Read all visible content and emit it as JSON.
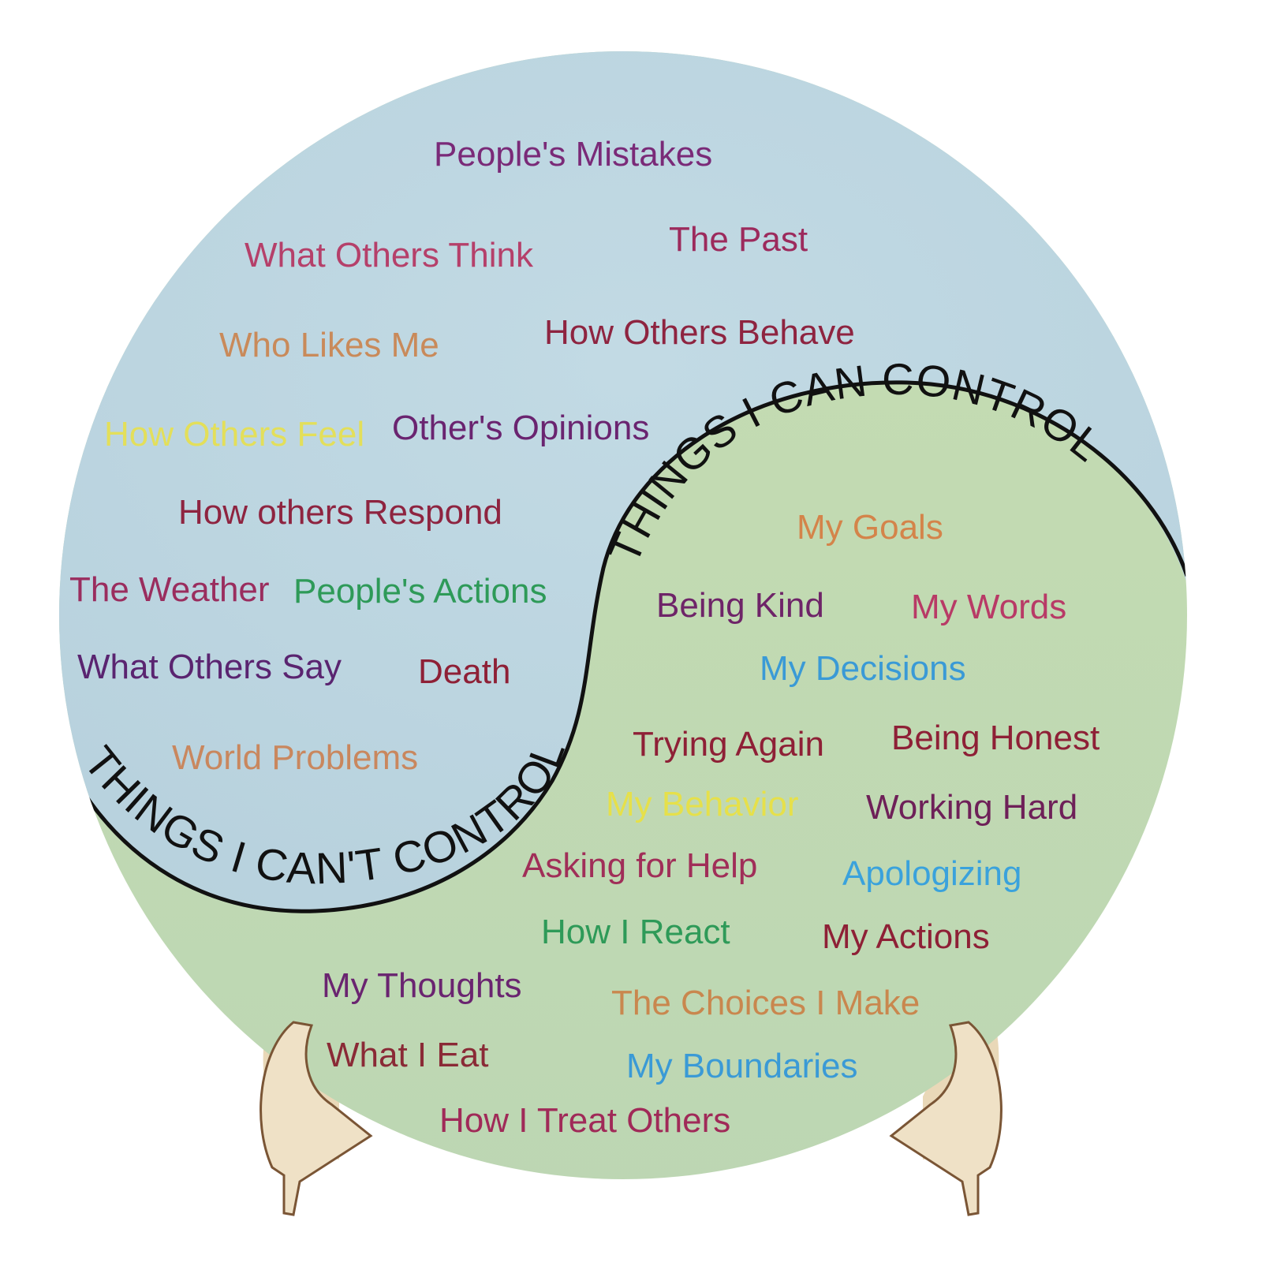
{
  "board": {
    "shape": "circle",
    "colors": {
      "cant_control_bg": "#bcd5e0",
      "can_control_bg": "#c3dbb0",
      "divider_line": "#111111",
      "stand_wood": "#efe1c6",
      "stand_edge": "#7a5535"
    }
  },
  "cant_control": {
    "heading": "THINGS I CAN'T CONTROL",
    "items": [
      {
        "text": "People's Mistakes",
        "color": "#7a2a78"
      },
      {
        "text": "What Others Think",
        "color": "#b5406a"
      },
      {
        "text": "The Past",
        "color": "#9c2a5c"
      },
      {
        "text": "Who Likes Me",
        "color": "#c98a5a"
      },
      {
        "text": "How Others Behave",
        "color": "#8e2440"
      },
      {
        "text": "How Others Feel",
        "color": "#e3df5a"
      },
      {
        "text": "Other's Opinions",
        "color": "#6a2470"
      },
      {
        "text": "How others Respond",
        "color": "#8e2440"
      },
      {
        "text": "The Weather",
        "color": "#9a2d5e"
      },
      {
        "text": "People's Actions",
        "color": "#2e9a58"
      },
      {
        "text": "What Others Say",
        "color": "#5a2470"
      },
      {
        "text": "Death",
        "color": "#8e2036"
      },
      {
        "text": "World Problems",
        "color": "#c9875e"
      }
    ]
  },
  "can_control": {
    "heading": "THINGS I CAN CONTROL",
    "items": [
      {
        "text": "My Goals",
        "color": "#d4844a"
      },
      {
        "text": "Being Kind",
        "color": "#6e2468"
      },
      {
        "text": "My Words",
        "color": "#b83a66"
      },
      {
        "text": "My Decisions",
        "color": "#3a9ad6"
      },
      {
        "text": "Trying Again",
        "color": "#8e2036"
      },
      {
        "text": "Being Honest",
        "color": "#8e2036"
      },
      {
        "text": "My Behavior",
        "color": "#e6e04a"
      },
      {
        "text": "Working Hard",
        "color": "#6e2058"
      },
      {
        "text": "Asking for Help",
        "color": "#a02e58"
      },
      {
        "text": "Apologizing",
        "color": "#3aa2dc"
      },
      {
        "text": "How I React",
        "color": "#2e9a58"
      },
      {
        "text": "My Actions",
        "color": "#8e2036"
      },
      {
        "text": "My Thoughts",
        "color": "#6a2470"
      },
      {
        "text": "The Choices I Make",
        "color": "#c9874e"
      },
      {
        "text": "What I Eat",
        "color": "#8a2a36"
      },
      {
        "text": "My Boundaries",
        "color": "#3a9ad6"
      },
      {
        "text": "How I Treat Others",
        "color": "#a02a58"
      }
    ]
  }
}
